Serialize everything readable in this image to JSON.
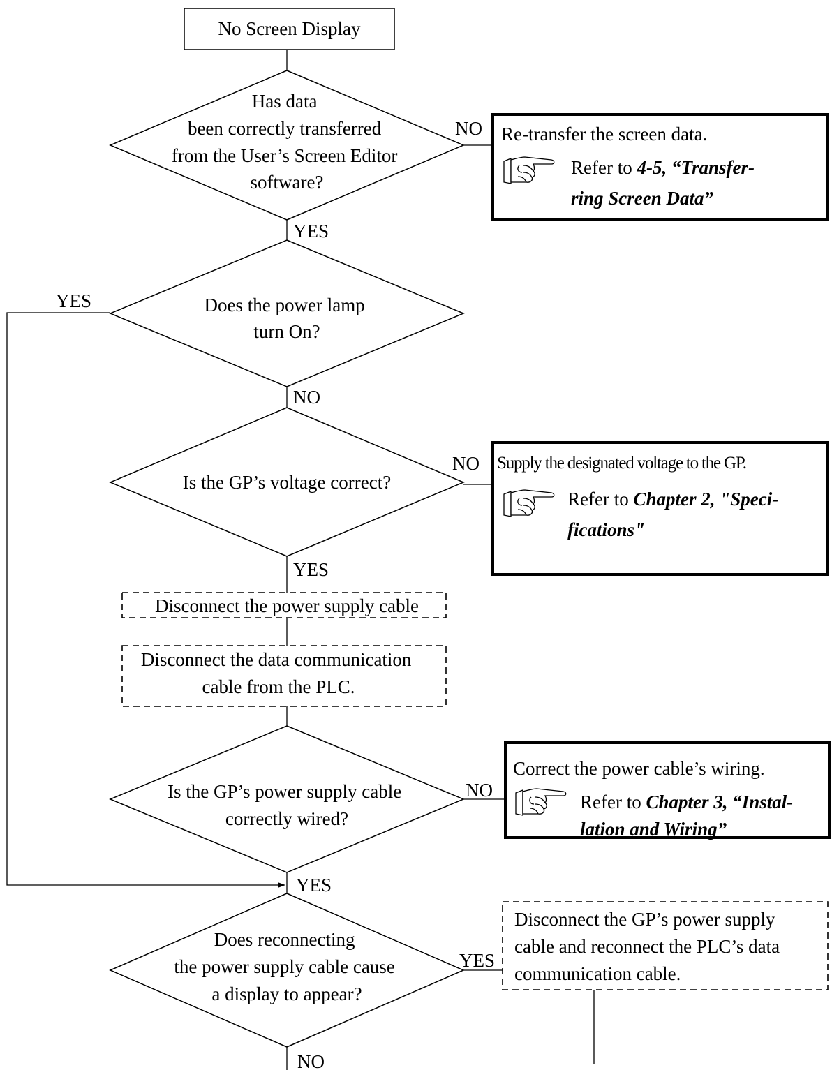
{
  "start": "No Screen Display",
  "decision1": [
    "Has data",
    "been correctly transferred",
    "from the User’s Screen Editor",
    "software?"
  ],
  "decision1_no": "NO",
  "decision1_yes": "YES",
  "action1": {
    "line1": "Re-transfer the screen data.",
    "refer_prefix": "Refer to ",
    "refer_bold": "4-5, “Transfer-",
    "line3": "ring Screen Data”"
  },
  "decision2": [
    "Does the power lamp",
    "turn On?"
  ],
  "decision2_yes": "YES",
  "decision2_no": "NO",
  "decision3": "Is the GP’s voltage correct?",
  "decision3_no": "NO",
  "decision3_yes": "YES",
  "action3": {
    "line1": "Supply the designated voltage to the GP.",
    "refer_prefix": "Refer to ",
    "refer_bold": "Chapter 2, \"Speci-",
    "line3": "fications\""
  },
  "step1": "Disconnect the power supply cable",
  "step2": [
    "Disconnect the data communication",
    "cable from the PLC."
  ],
  "decision4": [
    "Is the GP’s power supply cable",
    "correctly wired?"
  ],
  "decision4_no": "NO",
  "decision4_yes": "YES",
  "action4": {
    "line1": "Correct the power cable’s wiring.",
    "refer_prefix": "Refer to ",
    "refer_bold": "Chapter 3, “Instal-",
    "line3": "lation and Wiring”"
  },
  "decision5": [
    "Does reconnecting",
    "the power supply cable cause",
    "a display to appear?"
  ],
  "decision5_yes": "YES",
  "decision5_no": "NO",
  "action5": [
    "Disconnect the GP’s power supply",
    "cable and reconnect the PLC’s data",
    "communication cable."
  ],
  "icons": [
    "pointing-hand-icon"
  ]
}
